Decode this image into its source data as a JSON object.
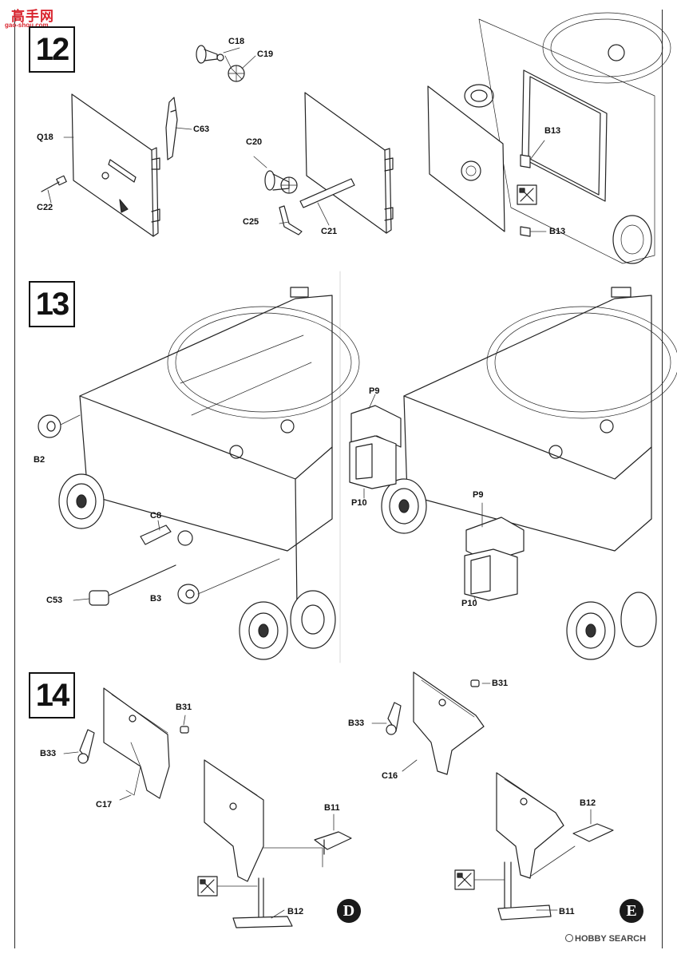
{
  "watermark": {
    "site_cn": "高手网",
    "site_url": "gao-shou.com"
  },
  "steps": [
    {
      "number": "12",
      "labels": [
        "C18",
        "C19",
        "C63",
        "Q18",
        "C22",
        "C20",
        "C25",
        "C21",
        "B13",
        "B13"
      ]
    },
    {
      "number": "13",
      "labels": [
        "B2",
        "C8",
        "C53",
        "B3",
        "P9",
        "P10",
        "P9",
        "P10"
      ]
    },
    {
      "number": "14",
      "labels": [
        "B31",
        "B33",
        "C17",
        "B11",
        "B12",
        "B31",
        "B33",
        "C16",
        "B12",
        "B11"
      ]
    }
  ],
  "versions": [
    "D",
    "E"
  ],
  "footer": {
    "logo_text": "HOBBY SEARCH",
    "logo_icon": "hobby-search-logo-icon"
  },
  "icons": [
    "cut-paint-icon",
    "cut-paint-icon",
    "cut-paint-icon"
  ]
}
